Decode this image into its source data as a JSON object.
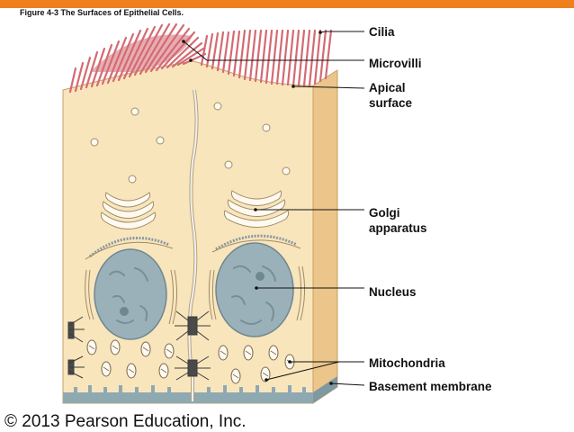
{
  "figure": {
    "title": "Figure 4-3  The Surfaces of Epithelial Cells."
  },
  "labels": {
    "cilia": "Cilia",
    "microvilli": "Microvilli",
    "apical_surface": "Apical surface",
    "golgi_apparatus": "Golgi apparatus",
    "nucleus": "Nucleus",
    "mitochondria": "Mitochondria",
    "basement_membrane": "Basement membrane"
  },
  "footer": {
    "copyright": "© 2013 Pearson Education, Inc."
  },
  "colors": {
    "accent_bar": "#f07f1e",
    "cytoplasm": "#f8e5bc",
    "cell_side": "#ecc58a",
    "microvilli": "#d46a73",
    "nucleus": "#9ab1ba",
    "basement_membrane": "#8fa9b3"
  }
}
